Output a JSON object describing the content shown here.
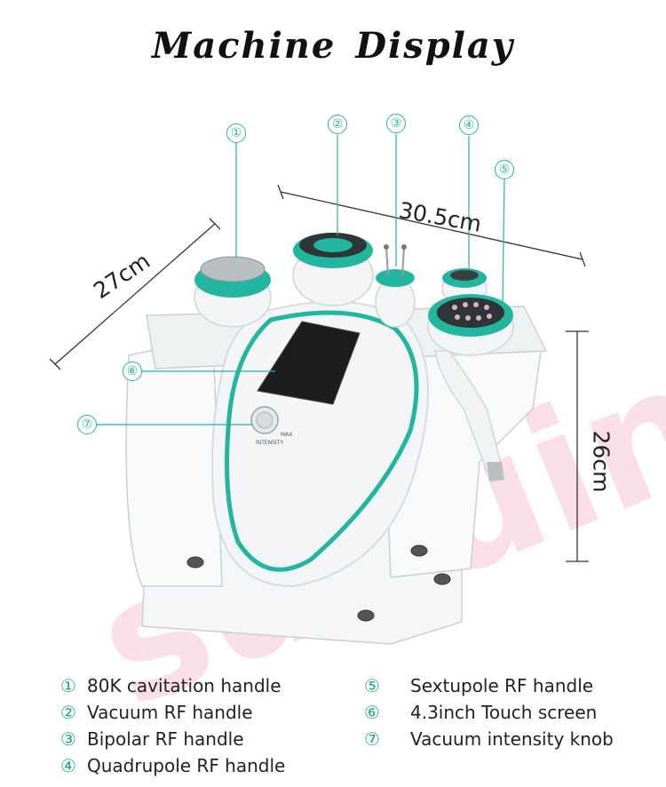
{
  "title": {
    "word1": "Machine",
    "word2": "Display"
  },
  "dimensions": {
    "width": "30.5cm",
    "depth": "27cm",
    "height": "26cm"
  },
  "device": {
    "knob_label": "INTENSITY",
    "knob_max": "MAX"
  },
  "watermark": "sunuin",
  "colors": {
    "accent": "#22b5a0",
    "watermark": "#f6c6d8"
  },
  "callouts": [
    "①",
    "②",
    "③",
    "④",
    "⑤",
    "⑥",
    "⑦"
  ],
  "legend": {
    "left": [
      {
        "num": "①",
        "label": "80K cavitation handle"
      },
      {
        "num": "②",
        "label": "Vacuum RF handle"
      },
      {
        "num": "③",
        "label": "Bipolar RF handle"
      },
      {
        "num": "④",
        "label": "Quadrupole RF handle"
      }
    ],
    "right": [
      {
        "num": "⑤",
        "label": "Sextupole RF handle"
      },
      {
        "num": "⑥",
        "label": "4.3inch Touch screen"
      },
      {
        "num": "⑦",
        "label": "Vacuum intensity knob"
      }
    ]
  }
}
